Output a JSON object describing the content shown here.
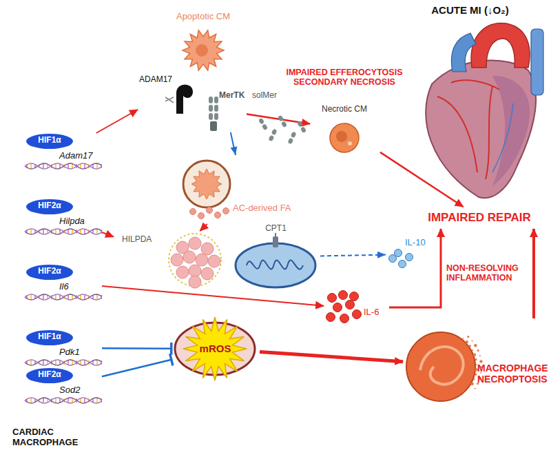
{
  "diagram": {
    "nodes": [
      {
        "text": [
          "ACUTE MI (↓O₂)"
        ]
      },
      {
        "text": [
          "Apoptotic CM"
        ]
      },
      {
        "text": [
          "CARDIAC MACROPHAGE"
        ]
      },
      {
        "text": [
          "ADAM17"
        ],
        "in": 2
      },
      {
        "text": [
          "MerTK"
        ],
        "in": 2
      },
      {
        "text": [
          "Necrotic CM"
        ]
      },
      {
        "text": [
          "IMPAIRED REPAIR"
        ]
      },
      {
        "text": [
          "HIF1α",
          "Adam17"
        ],
        "in": 2
      },
      {
        "text": [
          "AC-derived FA"
        ],
        "in": 2
      },
      {
        "text": [
          "HIF2α",
          "Hilpda"
        ],
        "in": 2
      },
      {
        "text": [
          "HILPDA"
        ],
        "in": 2
      },
      {
        "text": [
          "CPT1"
        ],
        "in": 2
      },
      {
        "text": [
          "IL-10"
        ]
      },
      {
        "text": [
          "HIF2α",
          "Il6"
        ],
        "in": 2
      },
      {
        "text": [
          "IL-6"
        ]
      },
      {
        "text": [
          "HIF1α",
          "Pdk1"
        ],
        "in": 2
      },
      {
        "text": [
          "HIF2α",
          "Sod2"
        ],
        "in": 2
      },
      {
        "text": [
          "mROS"
        ],
        "in": 2
      },
      {
        "text": [
          "MACROPHAGE NECROPTOSIS"
        ]
      }
    ],
    "edges": [
      {
        "from": 4,
        "to": 5,
        "arrow": "to",
        "label": "IMPAIRED EFFEROCYTOSIS SECONDARY NECROSIS"
      },
      {
        "from": 5,
        "to": 6,
        "arrow": "to"
      },
      {
        "from": 7,
        "to": 3,
        "arrow": "to"
      },
      {
        "from": 4,
        "to": 8,
        "arrow": "to"
      },
      {
        "from": 8,
        "to": 10,
        "arrow": "to"
      },
      {
        "from": 9,
        "to": 10,
        "arrow": "to"
      },
      {
        "from": 11,
        "to": 12,
        "arrow": "to"
      },
      {
        "from": 13,
        "to": 14,
        "arrow": "to"
      },
      {
        "from": 14,
        "to": 6,
        "arrow": "to",
        "label": "NON-RESOLVING INFLAMMATION"
      },
      {
        "from": 15,
        "to": 17,
        "arrow": "to"
      },
      {
        "from": 16,
        "to": 17,
        "arrow": "to"
      },
      {
        "from": 17,
        "to": 18,
        "arrow": "to"
      },
      {
        "from": 18,
        "to": 6,
        "arrow": "to"
      }
    ],
    "labels": [
      "solMer"
    ]
  }
}
